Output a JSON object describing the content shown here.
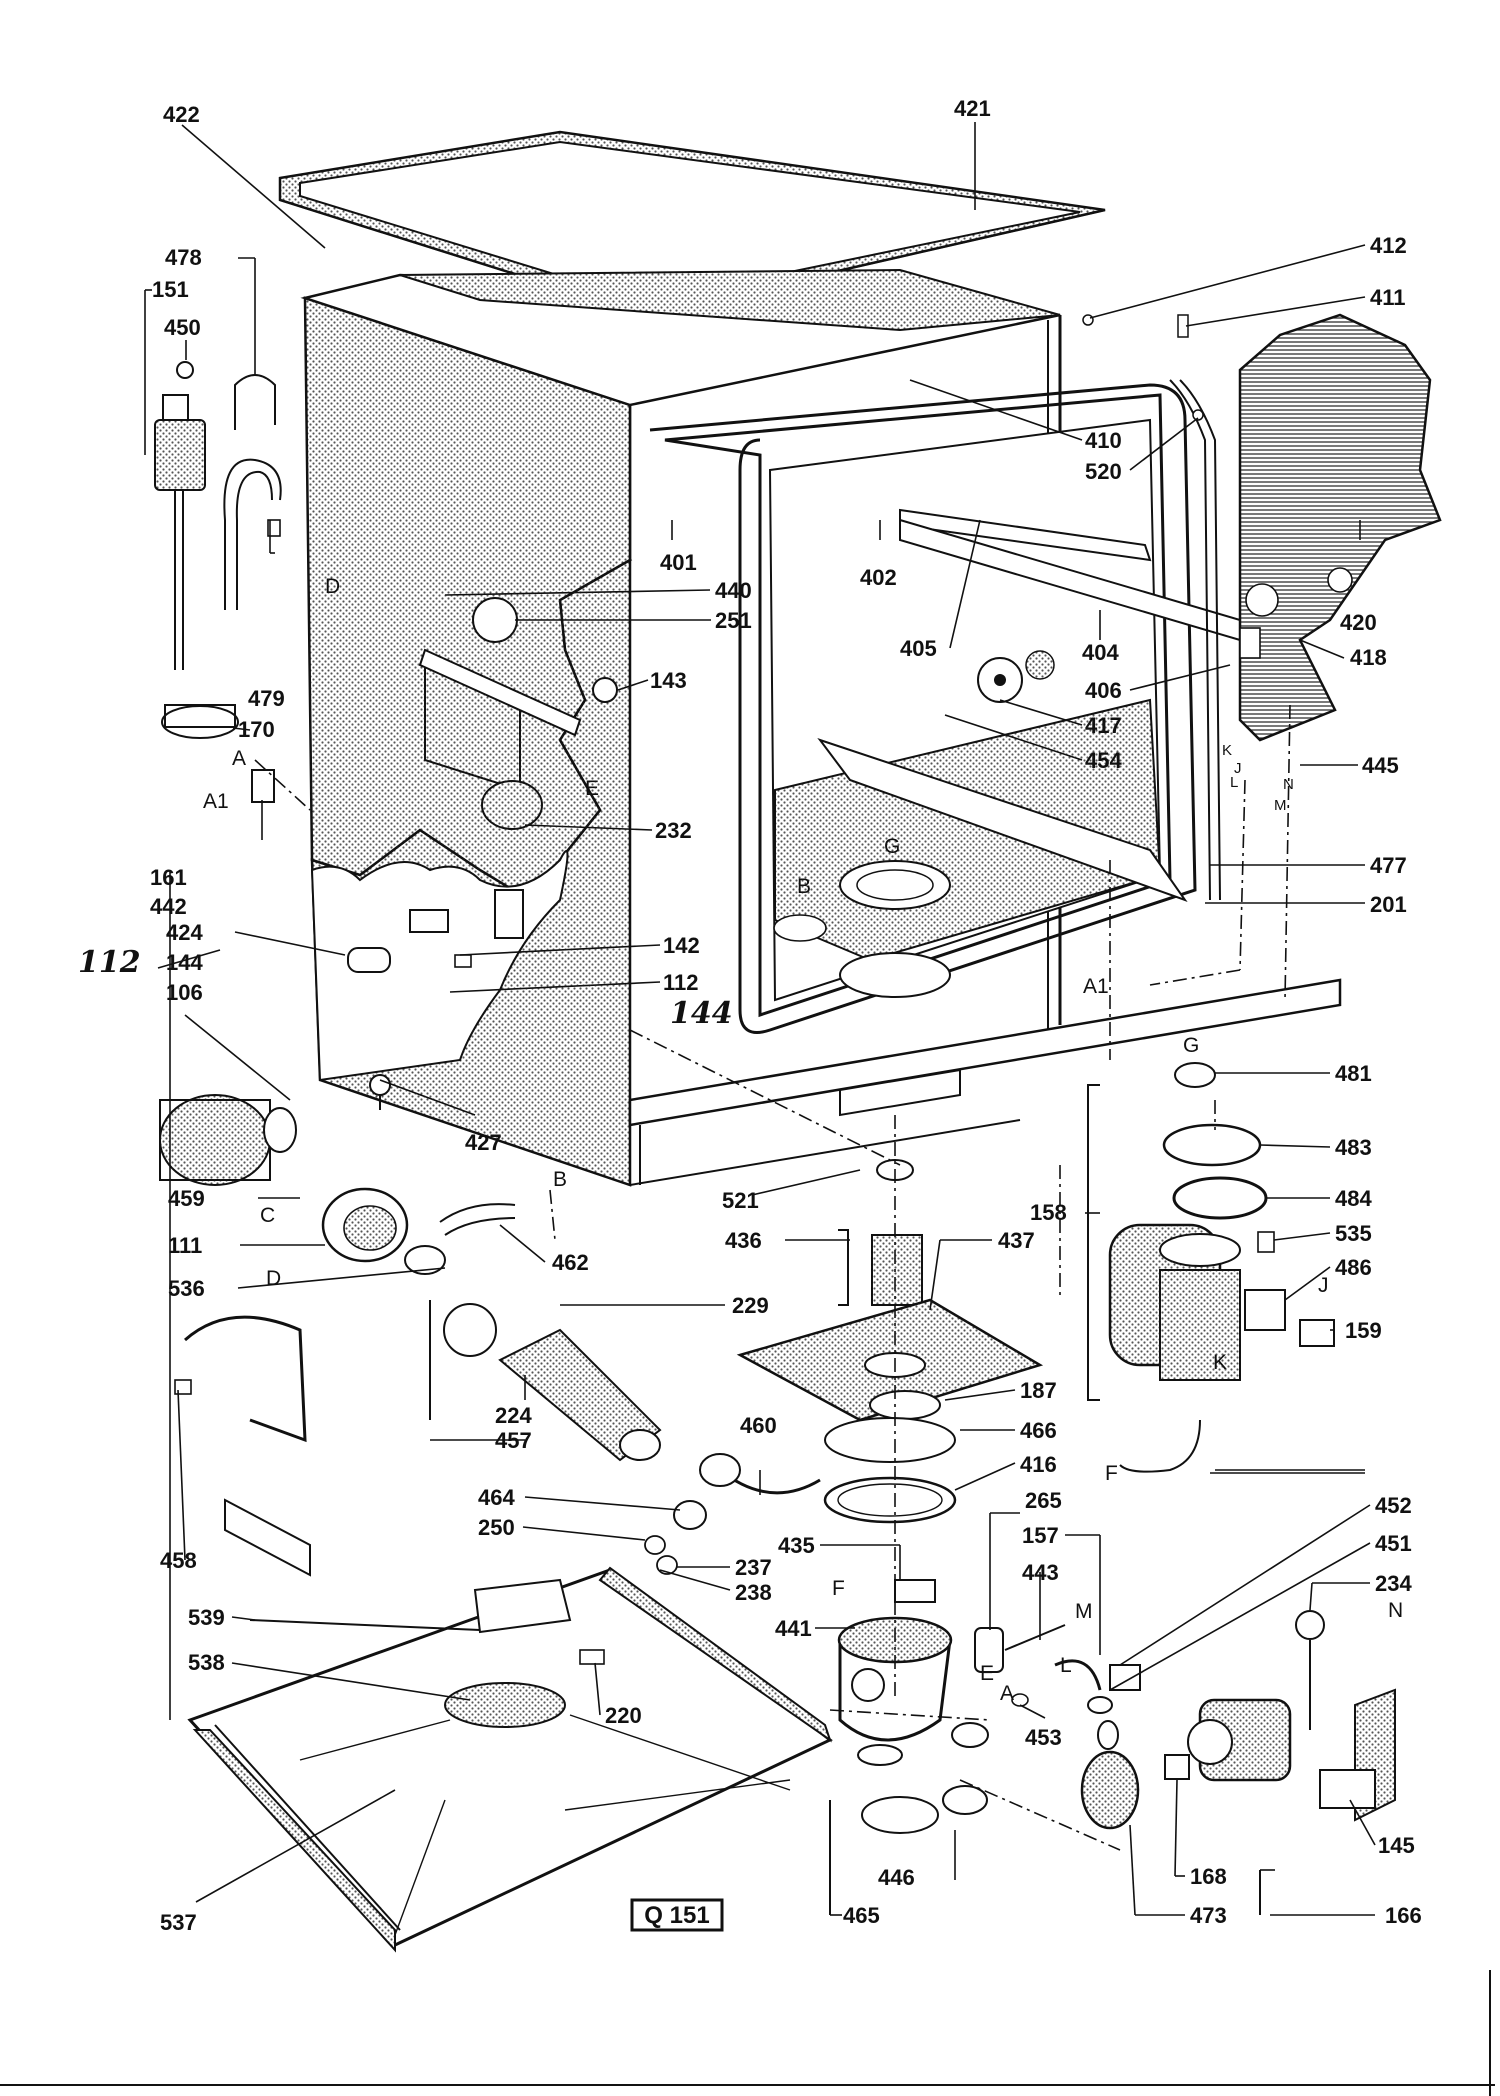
{
  "reference_code": "Q 151",
  "handwritten_notes": [
    "112",
    "144"
  ],
  "part_numbers": [
    "422",
    "421",
    "478",
    "151",
    "450",
    "412",
    "411",
    "410",
    "520",
    "420",
    "401",
    "402",
    "440",
    "251",
    "405",
    "404",
    "406",
    "418",
    "143",
    "479",
    "170",
    "417",
    "454",
    "445",
    "232",
    "161",
    "442",
    "477",
    "201",
    "424",
    "144",
    "142",
    "112",
    "106",
    "427",
    "481",
    "483",
    "484",
    "535",
    "486",
    "159",
    "521",
    "436",
    "437",
    "158",
    "459",
    "111",
    "462",
    "536",
    "229",
    "187",
    "466",
    "224",
    "457",
    "460",
    "416",
    "464",
    "250",
    "237",
    "238",
    "265",
    "435",
    "443",
    "157",
    "452",
    "451",
    "234",
    "441",
    "539",
    "538",
    "220",
    "453",
    "458",
    "537",
    "446",
    "465",
    "168",
    "473",
    "145",
    "166"
  ],
  "connection_letters": [
    "D",
    "E",
    "A",
    "A1",
    "B",
    "G",
    "C",
    "F",
    "J",
    "K",
    "L",
    "M",
    "N",
    "A",
    "E"
  ],
  "wire_letters": [
    "K",
    "J",
    "L",
    "N",
    "M"
  ]
}
